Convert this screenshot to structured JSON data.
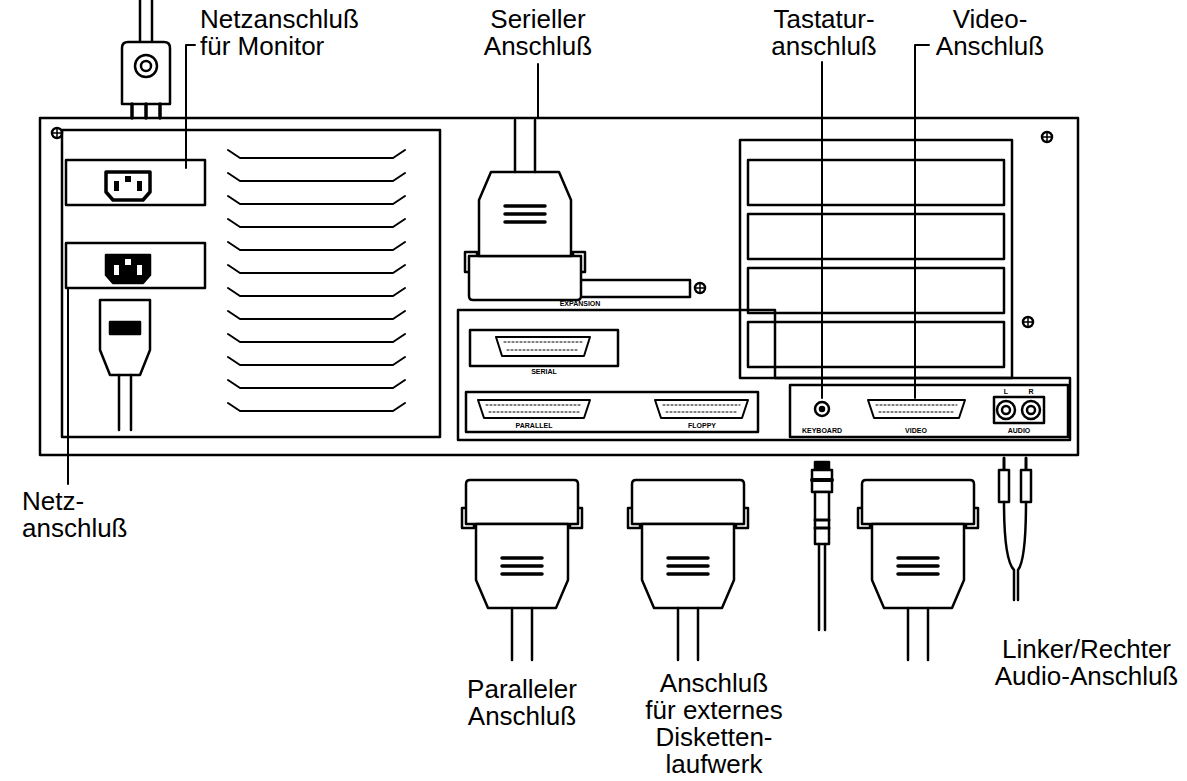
{
  "diagram": {
    "labels": [
      "Netzanschluß für Monitor",
      "Serieller Anschluß",
      "Tastatur- anschluß",
      "Video- Anschluß",
      "EXPANSION",
      "SERIAL",
      "L",
      "R",
      "PARALLEL",
      "FLOPPY",
      "KEYBOARD",
      "VIDEO",
      "AUDIO",
      "Netz- anschluß",
      "Linker/Rechter Audio-Anschluß",
      "Paralleler Anschluß",
      "Anschluß für externes Disketten- laufwerk"
    ]
  }
}
